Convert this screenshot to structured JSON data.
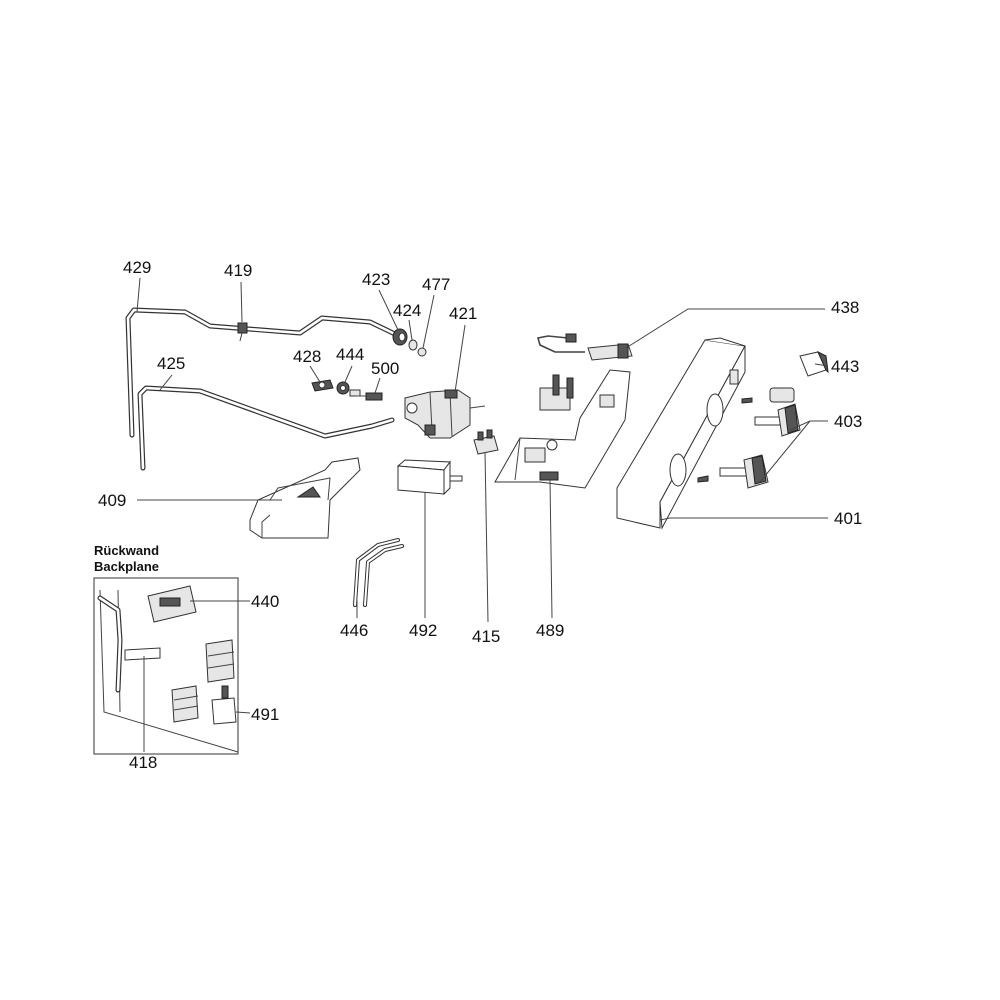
{
  "inset": {
    "title_de": "Rückwand",
    "title_en": "Backplane"
  },
  "parts": {
    "p401": "401",
    "p403": "403",
    "p409": "409",
    "p415": "415",
    "p418": "418",
    "p419": "419",
    "p421": "421",
    "p423": "423",
    "p424": "424",
    "p425": "425",
    "p428": "428",
    "p429": "429",
    "p438": "438",
    "p440": "440",
    "p443": "443",
    "p444": "444",
    "p446": "446",
    "p477": "477",
    "p489": "489",
    "p491": "491",
    "p492": "492",
    "p500": "500"
  }
}
